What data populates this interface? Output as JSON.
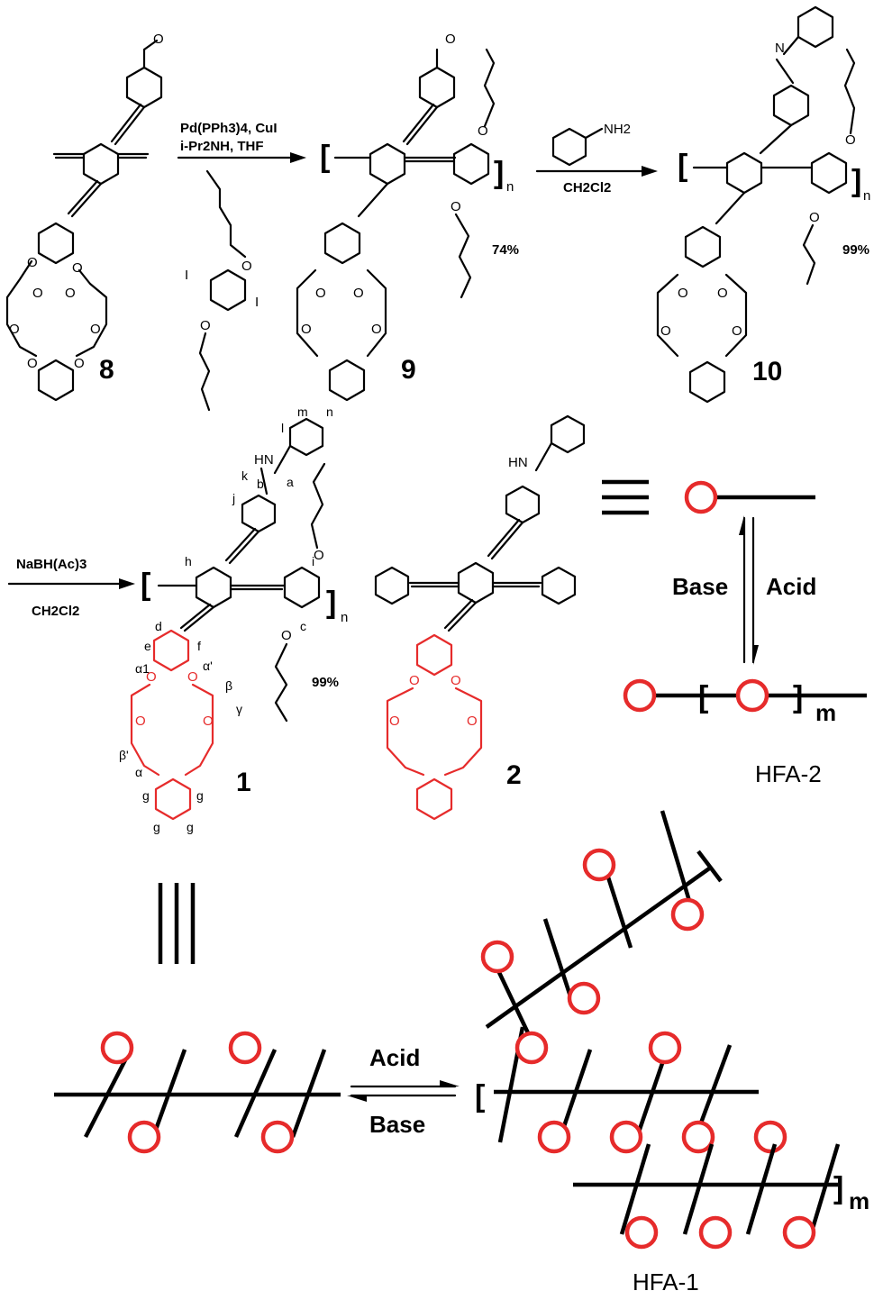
{
  "compounds": {
    "c8": "8",
    "c9": "9",
    "c10": "10",
    "c1": "1",
    "c2": "2"
  },
  "reactions": {
    "step1": {
      "line1": "Pd(PPh3)4, CuI",
      "line2": "i-Pr2NH, THF",
      "yield": "74%"
    },
    "step2": {
      "reagent": "NH2",
      "solvent": "CH2Cl2",
      "yield": "99%"
    },
    "step3": {
      "reagent": "NaBH(Ac)3",
      "solvent": "CH2Cl2",
      "yield": "99%"
    }
  },
  "proton_labels": [
    "a",
    "b",
    "c",
    "d",
    "e",
    "f",
    "g",
    "h",
    "i",
    "j",
    "k",
    "l",
    "m",
    "n",
    "α1",
    "α'",
    "β",
    "γ",
    "β'",
    "α"
  ],
  "equilibria": {
    "top": {
      "left_label": "Base",
      "right_label": "Acid",
      "product": "HFA-2",
      "repeat": "m"
    },
    "bottom": {
      "forward": "Acid",
      "reverse": "Base",
      "product": "HFA-1",
      "repeat": "m"
    }
  },
  "equiv_symbol": "≡",
  "polymer_repeat": "n",
  "colors": {
    "crown": "#e62b2b",
    "ink": "#000000"
  }
}
